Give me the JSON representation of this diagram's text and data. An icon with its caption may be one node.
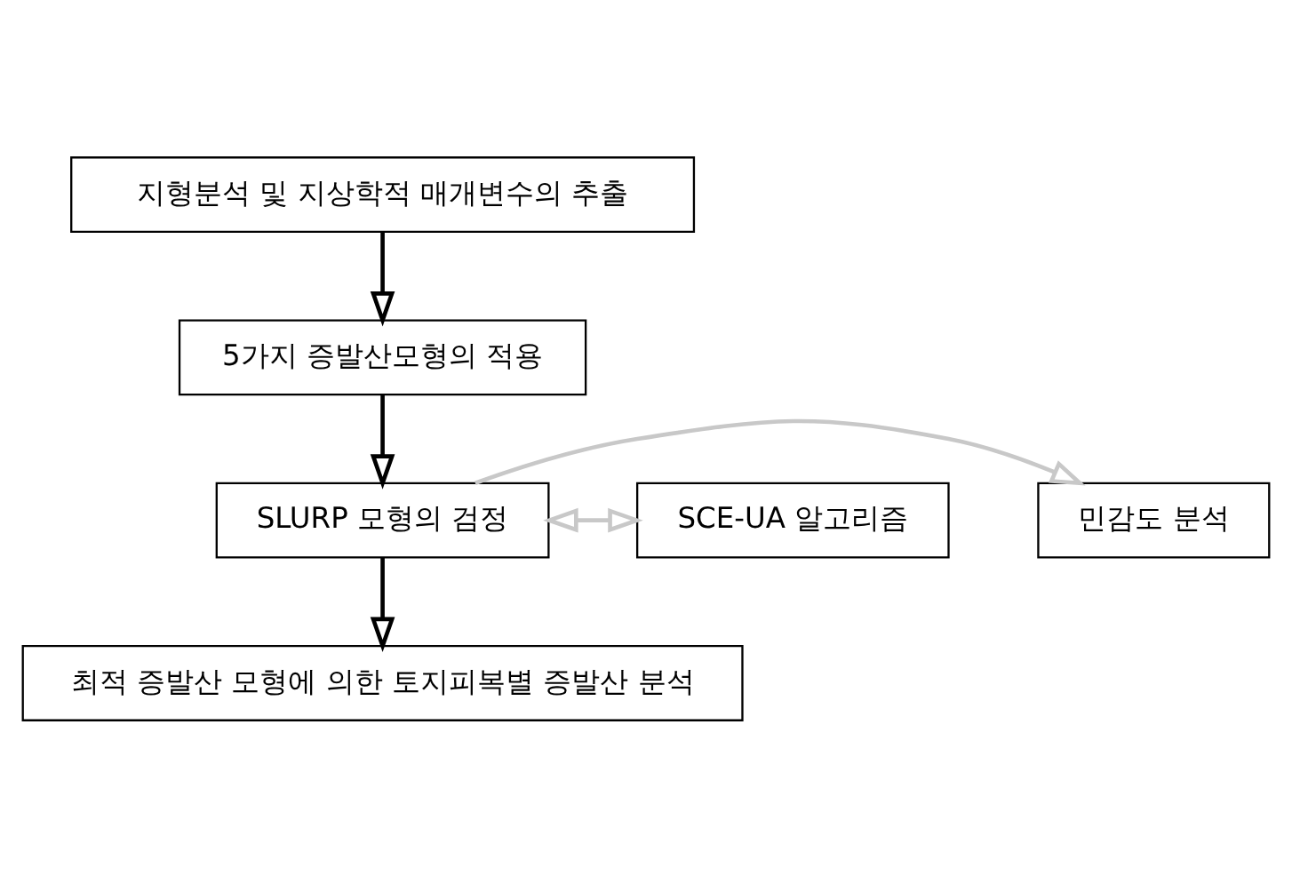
{
  "diagram": {
    "nodes": [
      {
        "text": [
          "지형분석 및 지상학적 매개변수의 추출"
        ]
      },
      {
        "text": [
          "5가지 증발산모형의 적용"
        ]
      },
      {
        "text": [
          "민감도 분석"
        ]
      },
      {
        "text": [
          "SLURP 모형의 검정"
        ]
      },
      {
        "text": [
          "SCE-UA 알고리즘"
        ]
      },
      {
        "text": [
          "최적 증발산 모형에 의한 토지피복별 증발산 분석"
        ]
      }
    ],
    "edges": [
      {
        "from": 0,
        "to": 1,
        "arrow": "to"
      },
      {
        "from": 1,
        "to": 3,
        "arrow": "to"
      },
      {
        "from": 3,
        "to": 2,
        "arrow": "to",
        "color": "#c8c8c8"
      },
      {
        "from": 3,
        "to": 4,
        "arrow": "both",
        "color": "#c8c8c8"
      },
      {
        "from": 3,
        "to": 5,
        "arrow": "to"
      }
    ]
  }
}
